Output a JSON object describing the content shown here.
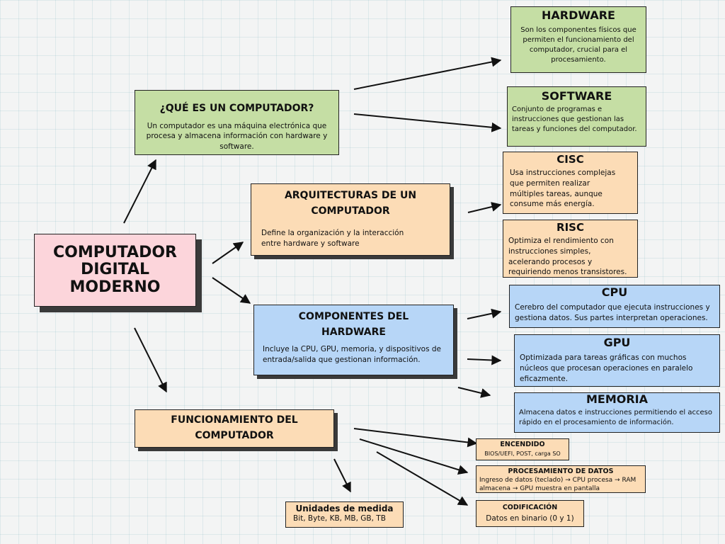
{
  "main": {
    "title": "COMPUTADOR DIGITAL MODERNO"
  },
  "que_es": {
    "title": "¿QUÉ ES UN COMPUTADOR?",
    "text": "Un computador es una máquina electrónica que procesa y almacena información con hardware y software."
  },
  "hardware": {
    "title": "HARDWARE",
    "text": "Son los componentes físicos que permiten el funcionamiento del computador, crucial para el procesamiento."
  },
  "software": {
    "title": "SOFTWARE",
    "text": "Conjunto de programas e instrucciones que gestionan las tareas y funciones del computador."
  },
  "arquitecturas": {
    "title": "ARQUITECTURAS DE UN COMPUTADOR",
    "text": "Define la organización y la interacción entre hardware y software"
  },
  "cisc": {
    "title": "CISC",
    "text": "Usa instrucciones complejas que permiten realizar múltiples tareas, aunque consume más energía."
  },
  "risc": {
    "title": "RISC",
    "text": "Optimiza el rendimiento con instrucciones simples, acelerando procesos y requiriendo menos transistores."
  },
  "componentes": {
    "title": "COMPONENTES DEL HARDWARE",
    "text": "Incluye la CPU, GPU, memoria, y dispositivos de entrada/salida que gestionan información."
  },
  "cpu": {
    "title": "CPU",
    "text": "Cerebro del computador que ejecuta instrucciones y gestiona datos. Sus partes interpretan operaciones."
  },
  "gpu": {
    "title": "GPU",
    "text": "Optimizada para tareas gráficas con muchos núcleos que procesan operaciones en paralelo eficazmente."
  },
  "memoria": {
    "title": "MEMORIA",
    "text": "Almacena datos e instrucciones permitiendo el acceso rápido en el procesamiento de información."
  },
  "funcionamiento": {
    "title": "FUNCIONAMIENTO DEL COMPUTADOR"
  },
  "encendido": {
    "title": "ENCENDIDO",
    "text": "BIOS/UEFI, POST, carga SO"
  },
  "procesamiento": {
    "title": "PROCESAMIENTO DE DATOS",
    "text": "Ingreso de datos (teclado) → CPU procesa → RAM almacena → GPU muestra en pantalla"
  },
  "codificacion": {
    "title": "CODIFICACIÓN",
    "text": "Datos en binario (0 y 1)"
  },
  "unidades": {
    "title": "Unidades de medida",
    "text": "Bit, Byte, KB, MB, GB, TB"
  },
  "colors": {
    "green": "#c5dea4",
    "orange": "#fcdcb6",
    "blue": "#b7d6f7",
    "pink": "#fcd5db",
    "shadow": "#3a3a3a"
  }
}
